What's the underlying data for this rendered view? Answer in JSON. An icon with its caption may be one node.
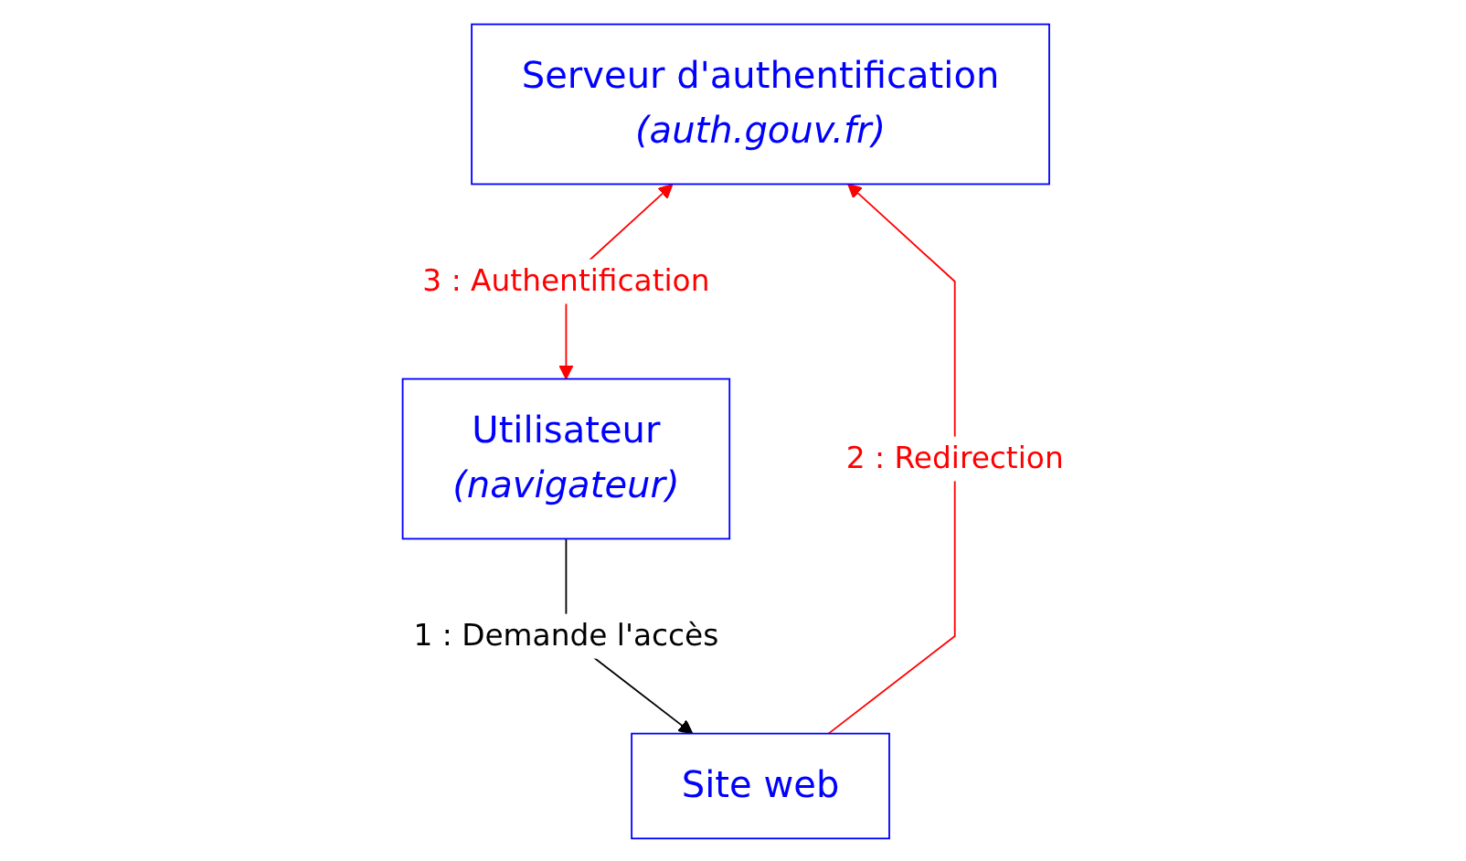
{
  "diagram": {
    "nodes": [
      {
        "text": [
          "Serveur d'authentification",
          "(auth.gouv.fr)"
        ]
      },
      {
        "text": [
          "Utilisateur",
          "(navigateur)"
        ]
      },
      {
        "text": [
          "Site web"
        ]
      }
    ],
    "edges": [
      {
        "from": 1,
        "to": 2,
        "arrow": "to",
        "label": "1 : Demande l'accès",
        "color": "#000000"
      },
      {
        "from": 2,
        "to": 0,
        "arrow": "to",
        "label": "2 : Redirection",
        "color": "#ff0000"
      },
      {
        "from": 0,
        "to": 1,
        "arrow": "both",
        "label": "3 : Authentification",
        "color": "#ff0000"
      }
    ]
  }
}
